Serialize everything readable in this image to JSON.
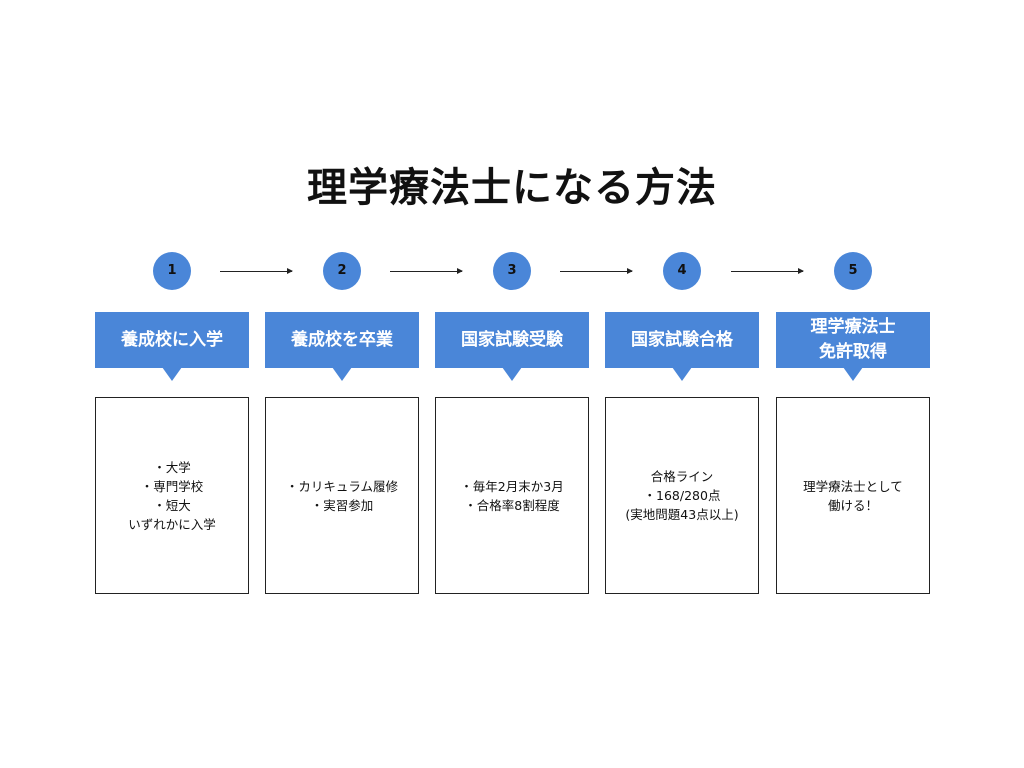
{
  "title": "理学療法士になる方法",
  "colors": {
    "accent": "#4a86d8",
    "box_border": "#222222",
    "background": "#ffffff"
  },
  "steps": [
    {
      "number": "1",
      "heading": "養成校に入学",
      "lines": [
        "・大学",
        "・専門学校",
        "・短大",
        "いずれかに入学"
      ]
    },
    {
      "number": "2",
      "heading": "養成校を卒業",
      "lines": [
        "・カリキュラム履修",
        "・実習参加"
      ]
    },
    {
      "number": "3",
      "heading": "国家試験受験",
      "lines": [
        "・毎年2月末か3月",
        "・合格率8割程度"
      ]
    },
    {
      "number": "4",
      "heading": "国家試験合格",
      "lines": [
        "合格ライン",
        "・168/280点",
        "(実地問題43点以上)"
      ]
    },
    {
      "number": "5",
      "heading": "理学療法士\n免許取得",
      "lines": [
        "理学療法士として",
        "働ける！"
      ]
    }
  ]
}
